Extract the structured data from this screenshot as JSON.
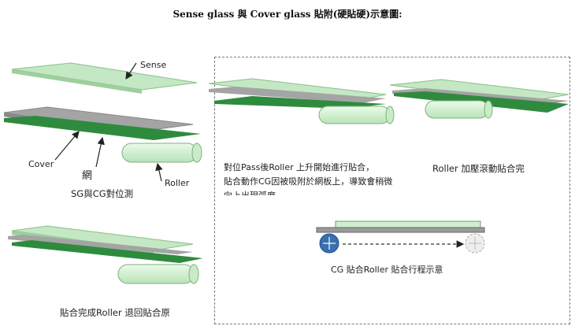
{
  "title": "Sense glass 與 Cover glass 貼附(硬貼硬)示意圖:",
  "labels": {
    "sense": "Sense",
    "cover": "Cover",
    "mesh": "網",
    "roller": "Roller",
    "sg_cg_align": "SG與CG對位測",
    "align_text_1": "對位Pass後Roller 上升開始進行貼合，",
    "align_text_2": "貼合動作CG因被吸附於網板上，導致會稍微",
    "align_text_3": "向上出現弧度",
    "roller_press": "Roller 加壓滾動貼合完",
    "cg_roller_path": "CG 貼合Roller 貼合行程示意",
    "done_return": "貼合完成Roller 退回貼合原"
  },
  "colors": {
    "sense_glass": "#bfe6bf",
    "cover_glass": "#a9a9a9",
    "mesh_plate": "#2e8b3e",
    "roller": "#d6f5d6",
    "roller_circle": "#3a6fb0",
    "dashed_frame": "#777777"
  }
}
